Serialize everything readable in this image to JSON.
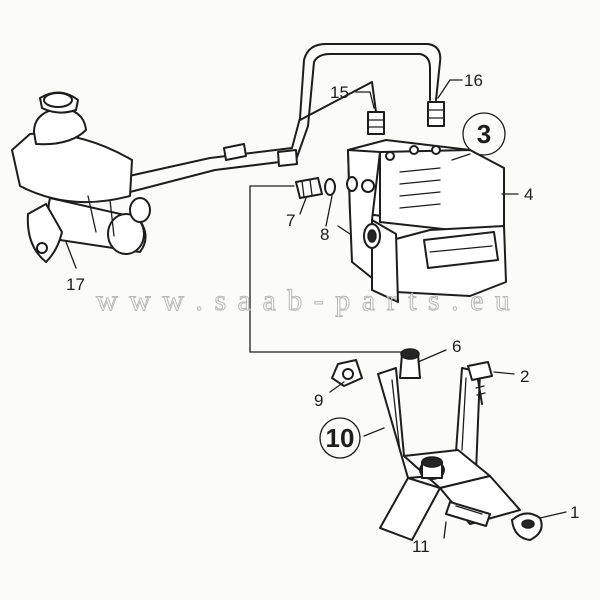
{
  "watermark": "w w w . s a a b - p a r t s . e u",
  "callouts": {
    "c1": "1",
    "c2": "2",
    "c3": "3",
    "c4": "4",
    "c6": "6",
    "c7": "7",
    "c8": "8",
    "c9": "9",
    "c10": "10",
    "c11": "11",
    "c15": "15",
    "c16": "16",
    "c17": "17"
  }
}
